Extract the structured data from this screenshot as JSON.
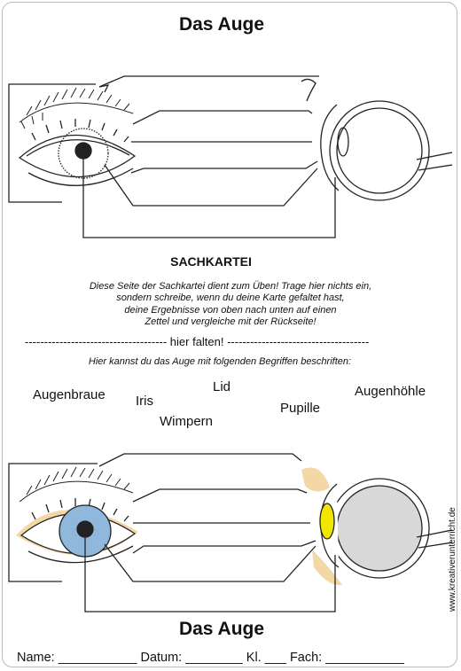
{
  "title_top": "Das Auge",
  "subtitle": "SACHKARTEI",
  "instructions": [
    "Diese Seite der Sachkartei dient zum Üben! Trage hier nichts ein,",
    "sondern schreibe, wenn du deine Karte gefaltet hast,",
    "deine Ergebnisse von oben nach unten auf einen",
    "Zettel und vergleiche mit der Rückseite!"
  ],
  "fold_line": "------------------------------------- hier falten! -------------------------------------",
  "hint": "Hier kannst du das Auge mit folgenden Begriffen beschriften:",
  "terms": {
    "augenbraue": "Augenbraue",
    "iris": "Iris",
    "lid": "Lid",
    "wimpern": "Wimpern",
    "pupille": "Pupille",
    "augenhoehle": "Augenhöhle"
  },
  "title_bottom": "Das Auge",
  "footer": "Name: ___________ Datum: ________ Kl. ___ Fach: ___________",
  "side_credit": "www.kreativerunterricht.de",
  "colors": {
    "iris_blue": "#8fb8dc",
    "skin_tan": "#f3d7a5",
    "lens_yellow": "#f1e600",
    "eyeball_gray": "#d8d8d8"
  }
}
